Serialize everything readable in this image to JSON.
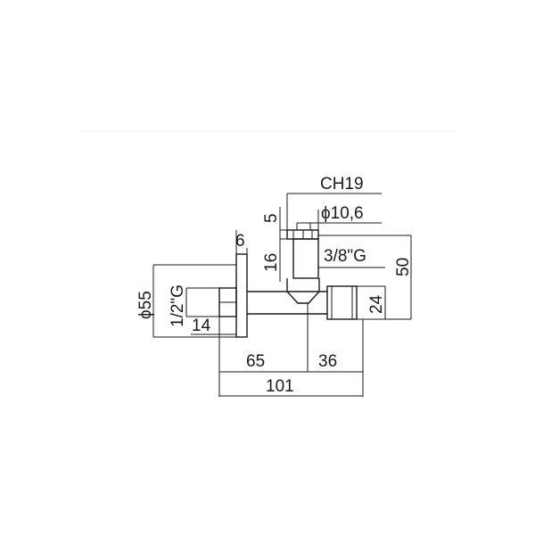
{
  "dimensions": {
    "ch": "CH19",
    "diameter_small": "ϕ10,6",
    "top_gap": "5",
    "flange_thickness": "6",
    "stem_height": "16",
    "outlet_thread": "3/8\"G",
    "overall_height": "50",
    "flange_diameter": "ϕ55",
    "inlet_thread": "1/2\"G",
    "inlet_length": "14",
    "outlet_diameter": "24",
    "length_left": "65",
    "length_right": "36",
    "overall_length": "101"
  }
}
